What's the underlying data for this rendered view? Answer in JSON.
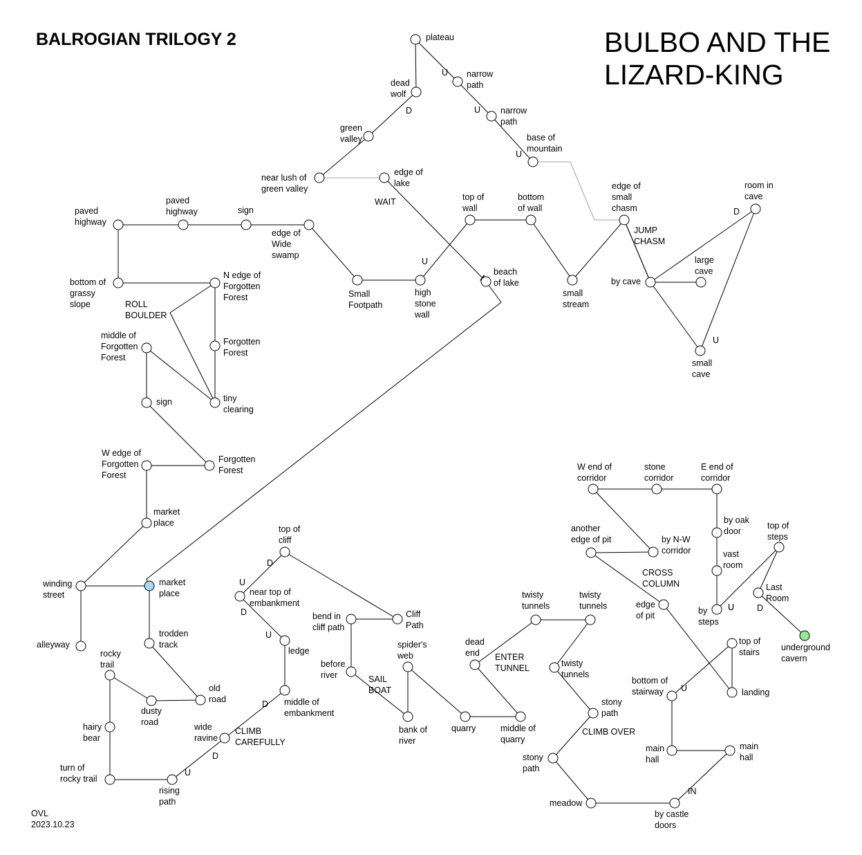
{
  "header": {
    "series": "BALROGIAN TRILOGY 2",
    "title_line1": "BULBO AND THE",
    "title_line2": "LIZARD-KING"
  },
  "footer": {
    "author": "OVL",
    "date": "2023.10.23"
  },
  "colors": {
    "start_node": "#a8d8f0",
    "end_node": "#90ee90",
    "line_normal": "#000000",
    "line_faint": "#a0a0a0"
  },
  "nodes": [
    {
      "id": "plateau",
      "text": "plateau"
    },
    {
      "id": "narrow1",
      "text": "narrow\npath"
    },
    {
      "id": "narrow2",
      "text": "narrow\npath"
    },
    {
      "id": "basemtn",
      "text": "base of\nmountain"
    },
    {
      "id": "deadwolf",
      "text": "dead\nwolf"
    },
    {
      "id": "greenvalley",
      "text": "green\nvalley"
    },
    {
      "id": "nearlush",
      "text": "near lush of\ngreen valley"
    },
    {
      "id": "edgelake",
      "text": "edge of\nlake"
    },
    {
      "id": "beachlake",
      "text": "beach\nof lake"
    },
    {
      "id": "edgechasm",
      "text": "edge of\nsmall\nchasm"
    },
    {
      "id": "roomcave",
      "text": "room in\ncave"
    },
    {
      "id": "bycave",
      "text": "by cave"
    },
    {
      "id": "largecave",
      "text": "large\ncave"
    },
    {
      "id": "smallcave",
      "text": "small\ncave"
    },
    {
      "id": "paved1",
      "text": "paved\nhighway"
    },
    {
      "id": "paved2",
      "text": "paved\nhighway"
    },
    {
      "id": "sign1",
      "text": "sign"
    },
    {
      "id": "wideswamp",
      "text": "edge of\nWide\nswamp"
    },
    {
      "id": "smallfoot",
      "text": "Small\nFootpath"
    },
    {
      "id": "highwall",
      "text": "high\nstone\nwall"
    },
    {
      "id": "topwall",
      "text": "top of\nwall"
    },
    {
      "id": "botwall",
      "text": "bottom\nof wall"
    },
    {
      "id": "stream",
      "text": "small\nstream"
    },
    {
      "id": "grassy",
      "text": "bottom of\ngrassy\nslope"
    },
    {
      "id": "nedge",
      "text": "N edge of\nForgotten\nForest"
    },
    {
      "id": "ff1",
      "text": "Forgotten\nForest"
    },
    {
      "id": "midff",
      "text": "middle of\nForgotten\nForest"
    },
    {
      "id": "sign2",
      "text": "sign"
    },
    {
      "id": "tiny",
      "text": "tiny\nclearing"
    },
    {
      "id": "ff2",
      "text": "Forgotten\nForest"
    },
    {
      "id": "wedge",
      "text": "W edge of\nForgotten\nForest"
    },
    {
      "id": "market1",
      "text": "market\nplace"
    },
    {
      "id": "winding",
      "text": "winding\nstreet"
    },
    {
      "id": "market2",
      "text": "market\nplace"
    },
    {
      "id": "alley",
      "text": "alleyway"
    },
    {
      "id": "trodden",
      "text": "trodden\ntrack"
    },
    {
      "id": "oldroad",
      "text": "old\nroad"
    },
    {
      "id": "rocky",
      "text": "rocky\ntrail"
    },
    {
      "id": "dusty",
      "text": "dusty\nroad"
    },
    {
      "id": "hairy",
      "text": "hairy\nbear"
    },
    {
      "id": "turnrocky",
      "text": "turn of\nrocky trail"
    },
    {
      "id": "rising",
      "text": "rising\npath"
    },
    {
      "id": "wideravine",
      "text": "wide\nravine"
    },
    {
      "id": "midemb",
      "text": "middle of\nembankment"
    },
    {
      "id": "ledge",
      "text": "ledge"
    },
    {
      "id": "neartop",
      "text": "near top of\nembankment"
    },
    {
      "id": "topcliff",
      "text": "top of\ncliff"
    },
    {
      "id": "cliffpath",
      "text": "Cliff\nPath"
    },
    {
      "id": "bend",
      "text": "bend in\ncliff path"
    },
    {
      "id": "before",
      "text": "before\nriver"
    },
    {
      "id": "bankriver",
      "text": "bank of\nriver"
    },
    {
      "id": "spider",
      "text": "spider's\nweb"
    },
    {
      "id": "quarry",
      "text": "quarry"
    },
    {
      "id": "midquarry",
      "text": "middle of\nquarry"
    },
    {
      "id": "deadend",
      "text": "dead\nend"
    },
    {
      "id": "twisty1",
      "text": "twisty\ntunnels"
    },
    {
      "id": "twisty2",
      "text": "twisty\ntunnels"
    },
    {
      "id": "twisty3",
      "text": "twisty\ntunnels"
    },
    {
      "id": "stonypath1",
      "text": "stony\npath"
    },
    {
      "id": "stonypath2",
      "text": "stony\npath"
    },
    {
      "id": "meadow",
      "text": "meadow"
    },
    {
      "id": "castledoors",
      "text": "by castle\ndoors"
    },
    {
      "id": "mainhall1",
      "text": "main\nhall"
    },
    {
      "id": "mainhall2",
      "text": "main\nhall"
    },
    {
      "id": "botstair",
      "text": "bottom of\nstairway"
    },
    {
      "id": "topstairs",
      "text": "top of\nstairs"
    },
    {
      "id": "landing",
      "text": "landing"
    },
    {
      "id": "wend",
      "text": "W end of\ncorridor"
    },
    {
      "id": "stonecorr",
      "text": "stone\ncorridor"
    },
    {
      "id": "eend",
      "text": "E end of\ncorridor"
    },
    {
      "id": "oakdoor",
      "text": "by oak\ndoor"
    },
    {
      "id": "vast",
      "text": "vast\nroom"
    },
    {
      "id": "bysteps",
      "text": "by\nsteps"
    },
    {
      "id": "topsteps",
      "text": "top of\nsteps"
    },
    {
      "id": "lastroom",
      "text": "Last\nRoom"
    },
    {
      "id": "underground",
      "text": "underground\ncavern"
    },
    {
      "id": "anotheredge",
      "text": "another\nedge of pit"
    },
    {
      "id": "nwcorr",
      "text": "by N-W\ncorridor"
    },
    {
      "id": "edgepit",
      "text": "edge\nof pit"
    }
  ],
  "edge_labels": [
    {
      "id": "u1",
      "text": "U"
    },
    {
      "id": "u2",
      "text": "U"
    },
    {
      "id": "u3",
      "text": "U"
    },
    {
      "id": "d1",
      "text": "D"
    },
    {
      "id": "u4",
      "text": "U"
    },
    {
      "id": "d2",
      "text": "D"
    },
    {
      "id": "u5",
      "text": "U"
    },
    {
      "id": "u6",
      "text": "U"
    },
    {
      "id": "d3",
      "text": "D"
    },
    {
      "id": "u7",
      "text": "U"
    },
    {
      "id": "d4",
      "text": "D"
    },
    {
      "id": "u8",
      "text": "U"
    },
    {
      "id": "d5",
      "text": "D"
    },
    {
      "id": "d6",
      "text": "D"
    },
    {
      "id": "u9",
      "text": "U"
    },
    {
      "id": "in1",
      "text": "IN"
    },
    {
      "id": "u10",
      "text": "U"
    },
    {
      "id": "u11",
      "text": "U"
    },
    {
      "id": "d7",
      "text": "D"
    }
  ],
  "actions": [
    {
      "id": "wait",
      "text": "WAIT"
    },
    {
      "id": "jump",
      "text": "JUMP\nCHASM"
    },
    {
      "id": "roll",
      "text": "ROLL\nBOULDER"
    },
    {
      "id": "climbc",
      "text": "CLIMB\nCAREFULLY"
    },
    {
      "id": "sail",
      "text": "SAIL\nBOAT"
    },
    {
      "id": "enter",
      "text": "ENTER\nTUNNEL"
    },
    {
      "id": "climbover",
      "text": "CLIMB OVER"
    },
    {
      "id": "cross",
      "text": "CROSS\nCOLUMN"
    }
  ]
}
